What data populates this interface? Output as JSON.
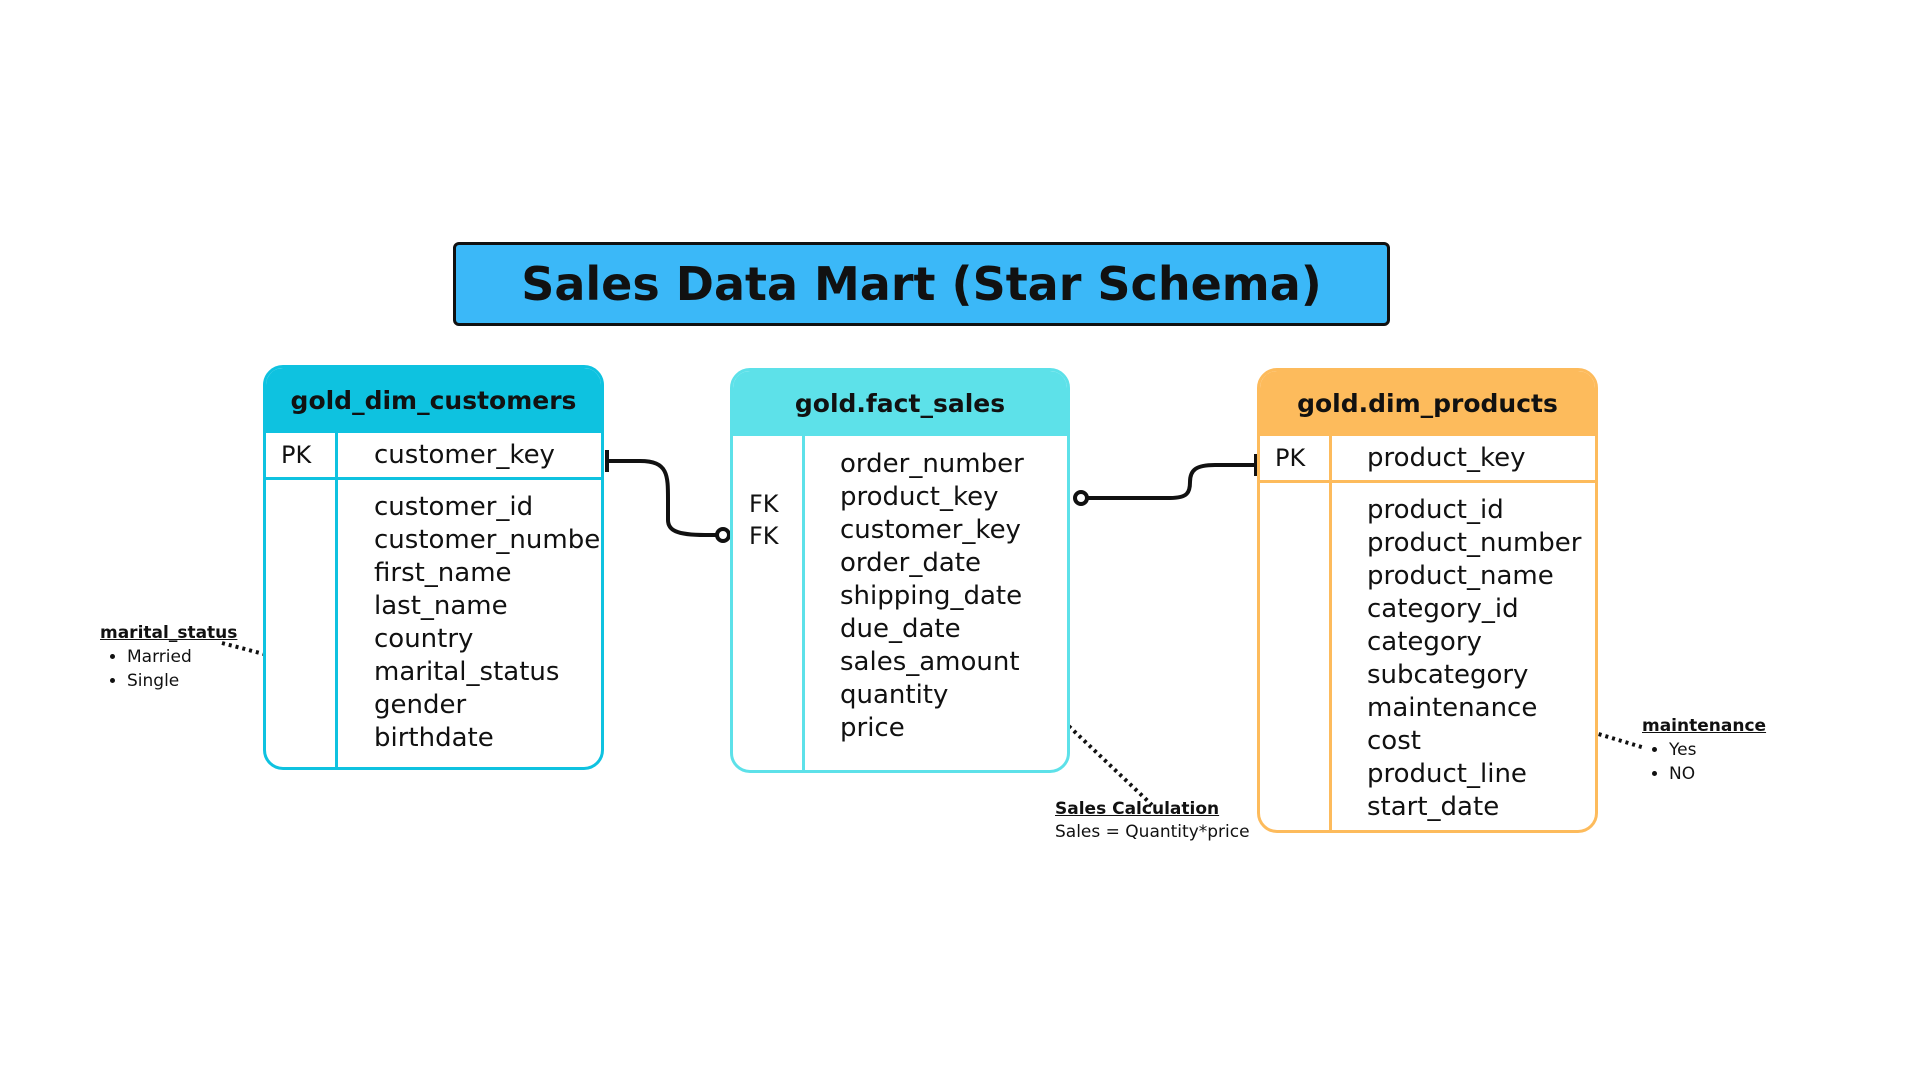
{
  "title": "Sales Data Mart (Star Schema)",
  "tables": {
    "customers": {
      "name": "gold_dim_customers",
      "pk_label": "PK",
      "pk_column": "customer_key",
      "columns": [
        "customer_id",
        "customer_number",
        "first_name",
        "last_name",
        "country",
        "marital_status",
        "gender",
        "birthdate"
      ]
    },
    "fact": {
      "name": "gold.fact_sales",
      "fk_labels": [
        "FK",
        "FK"
      ],
      "columns": [
        "order_number",
        "product_key",
        "customer_key",
        "order_date",
        "shipping_date",
        "due_date",
        "sales_amount",
        "quantity",
        "price"
      ]
    },
    "products": {
      "name": "gold.dim_products",
      "pk_label": "PK",
      "pk_column": "product_key",
      "columns": [
        "product_id",
        "product_number",
        "product_name",
        "category_id",
        "category",
        "subcategory",
        "maintenance",
        "cost",
        "product_line",
        "start_date"
      ]
    }
  },
  "notes": {
    "marital_status": {
      "title": "marital_status",
      "items": [
        "Married",
        "Single"
      ]
    },
    "sales": {
      "title": "Sales Calculation",
      "text": "Sales = Quantity*price"
    },
    "maintenance": {
      "title": "maintenance",
      "items": [
        "Yes",
        "NO"
      ]
    }
  },
  "colors": {
    "title_bg": "#3bb8f8",
    "customers": "#0ec2e0",
    "fact": "#5de1e9",
    "products": "#fdbb5c",
    "connector": "#111111"
  }
}
